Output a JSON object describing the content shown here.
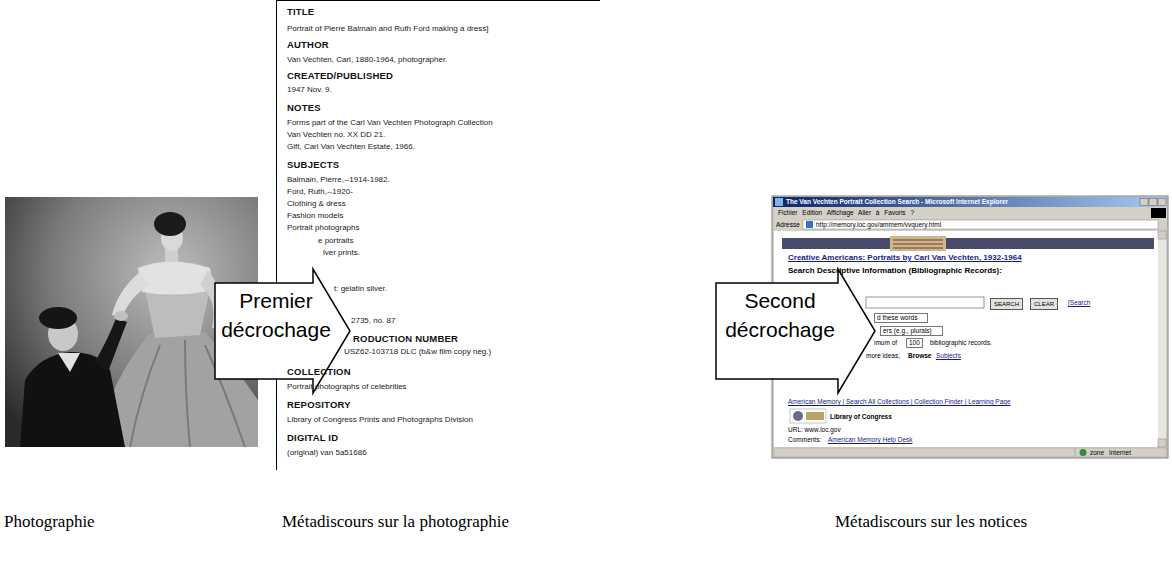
{
  "diagram": {
    "nodes": [
      {
        "text": [
          "Photographie"
        ]
      },
      {
        "text": [
          "TITLE",
          "Portrait of Pierre Balmain and Ruth Ford making a dress]",
          "AUTHOR",
          "Van Vechten, Carl, 1880-1964, photographer.",
          "CREATED/PUBLISHED",
          "1947 Nov. 9.",
          "NOTES",
          "Forms part of the Carl Van Vechten Photograph Collection",
          "Van Vechten no. XX DD 21.",
          "Gift, Carl Van Vechten Estate, 1966.",
          "SUBJECTS",
          "Balmain, Pierre,--1914-1982.",
          "Ford, Ruth,--1920-",
          "Clothing & dress",
          "Fashion models",
          "Portrait photographs",
          "e portraits",
          "lver prints.",
          "t: gelatin silver.",
          "2735, no. 87",
          "RODUCTION NUMBER",
          "USZ62-103718 DLC (b&w film copy neg.)",
          "COLLECTION",
          "Portrait photographs of celebrities",
          "REPOSITORY",
          "Library of Congress Prints and Photographs Division",
          "DIGITAL ID",
          "(original) van 5a51686",
          "Métadiscours sur la photographie"
        ]
      },
      {
        "text": [
          "The Van Vechten Portrait Collection Search - Microsoft Internet Explorer",
          "Fichier Edition Affichage Aller à Favoris ?",
          "Adresse",
          "http://memory.loc.gov/ammem/vvquery.html",
          "Creative Americans: Portraits by Carl Van Vechten, 1932-1964",
          "Search Descriptive Information (Bibliographic Records):",
          "SEARCH",
          "CLEAR",
          "[Search",
          "d these words",
          "ers (e.g., plurals)",
          "imum of",
          "100",
          "bibliographic records.",
          "more ideas,",
          "Browse",
          "Subjects",
          "American Memory | Search All Collections | Collection Finder | Learning Page",
          "Library of Congress",
          "URL: www.loc.gov",
          "Comments:",
          "American Memory Help Desk",
          "zone Internet",
          "Métadiscours sur les notices"
        ]
      }
    ],
    "edges": [
      {
        "from": 0,
        "to": 1,
        "arrow": "to",
        "label": "Premier décrochage"
      },
      {
        "from": 1,
        "to": 2,
        "arrow": "to",
        "label": "Second décrochage"
      }
    ]
  }
}
